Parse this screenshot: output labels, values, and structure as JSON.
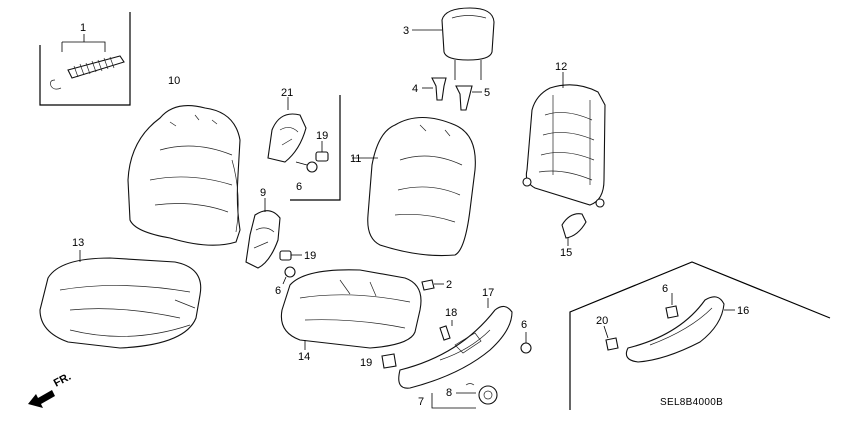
{
  "callouts": {
    "c1": "1",
    "c2": "2",
    "c3": "3",
    "c4": "4",
    "c5": "5",
    "c6a": "6",
    "c6b": "6",
    "c6c": "6",
    "c6d": "6",
    "c7": "7",
    "c8": "8",
    "c9": "9",
    "c10": "10",
    "c11": "11",
    "c12": "12",
    "c13": "13",
    "c14": "14",
    "c15": "15",
    "c16": "16",
    "c17": "17",
    "c18": "18",
    "c19a": "19",
    "c19b": "19",
    "c19c": "19",
    "c20": "20",
    "c21": "21"
  },
  "diagram_code": "SEL8B4000B",
  "front_label": "FR."
}
